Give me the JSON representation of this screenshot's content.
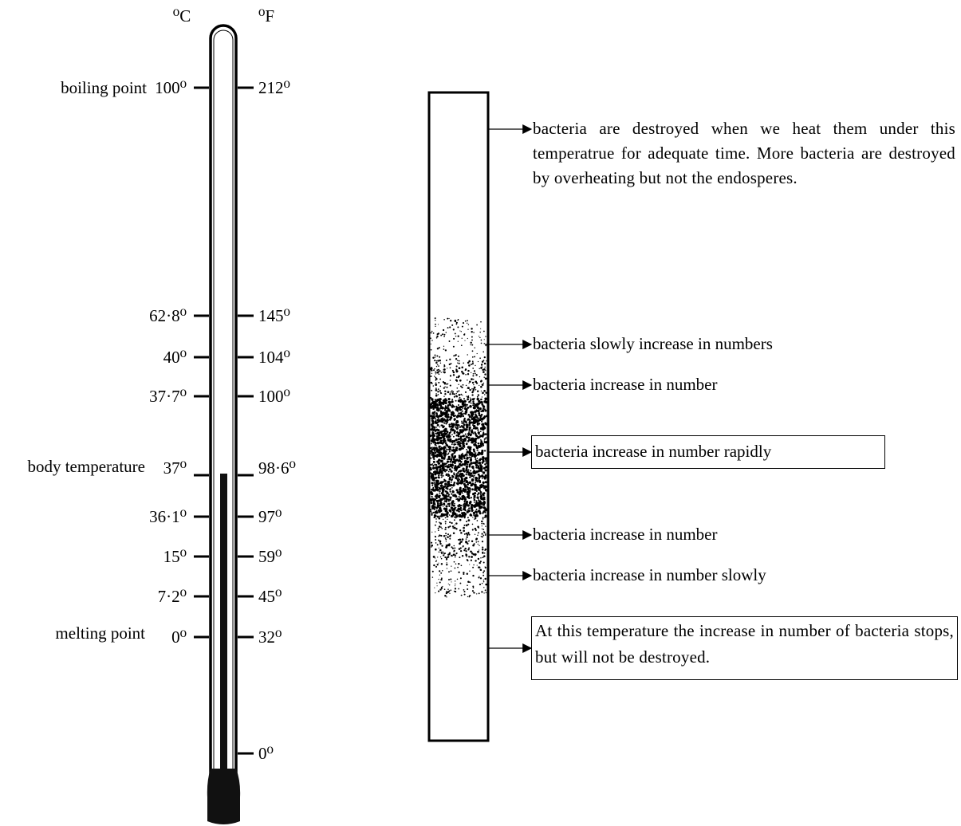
{
  "thermometer": {
    "celsius_unit": "⁰C",
    "fahrenheit_unit": "⁰F",
    "marks": [
      {
        "side_label": "boiling point",
        "c": "100⁰",
        "f": "212⁰"
      },
      {
        "side_label": "",
        "c": "62·8⁰",
        "f": "145⁰"
      },
      {
        "side_label": "",
        "c": "40⁰",
        "f": "104⁰"
      },
      {
        "side_label": "",
        "c": "37·7⁰",
        "f": "100⁰"
      },
      {
        "side_label": "body temperature",
        "c": "37⁰",
        "f": "98·6⁰"
      },
      {
        "side_label": "",
        "c": "36·1⁰",
        "f": "97⁰"
      },
      {
        "side_label": "",
        "c": "15⁰",
        "f": "59⁰"
      },
      {
        "side_label": "",
        "c": "7·2⁰",
        "f": "45⁰"
      },
      {
        "side_label": "melting point",
        "c": "0⁰",
        "f": "32⁰"
      },
      {
        "side_label": "",
        "c": "",
        "f": "0⁰"
      }
    ],
    "mercury_level_c": "37⁰"
  },
  "bacteria_bar": {
    "annotations": [
      {
        "text": "bacteria are destroyed when we heat them under this temperatrue for adequate time.  More bacteria are destroyed by overheating but not the endosperes.",
        "boxed": false
      },
      {
        "text": "bacteria slowly increase in numbers",
        "boxed": false
      },
      {
        "text": "bacteria increase in number",
        "boxed": false
      },
      {
        "text": "bacteria increase in number rapidly",
        "boxed": true
      },
      {
        "text": "bacteria increase in number",
        "boxed": false
      },
      {
        "text": "bacteria increase in number slowly",
        "boxed": false
      },
      {
        "text": "At this temperature the increase in number of bacteria stops, but will not be destroyed.",
        "boxed": true
      }
    ]
  }
}
